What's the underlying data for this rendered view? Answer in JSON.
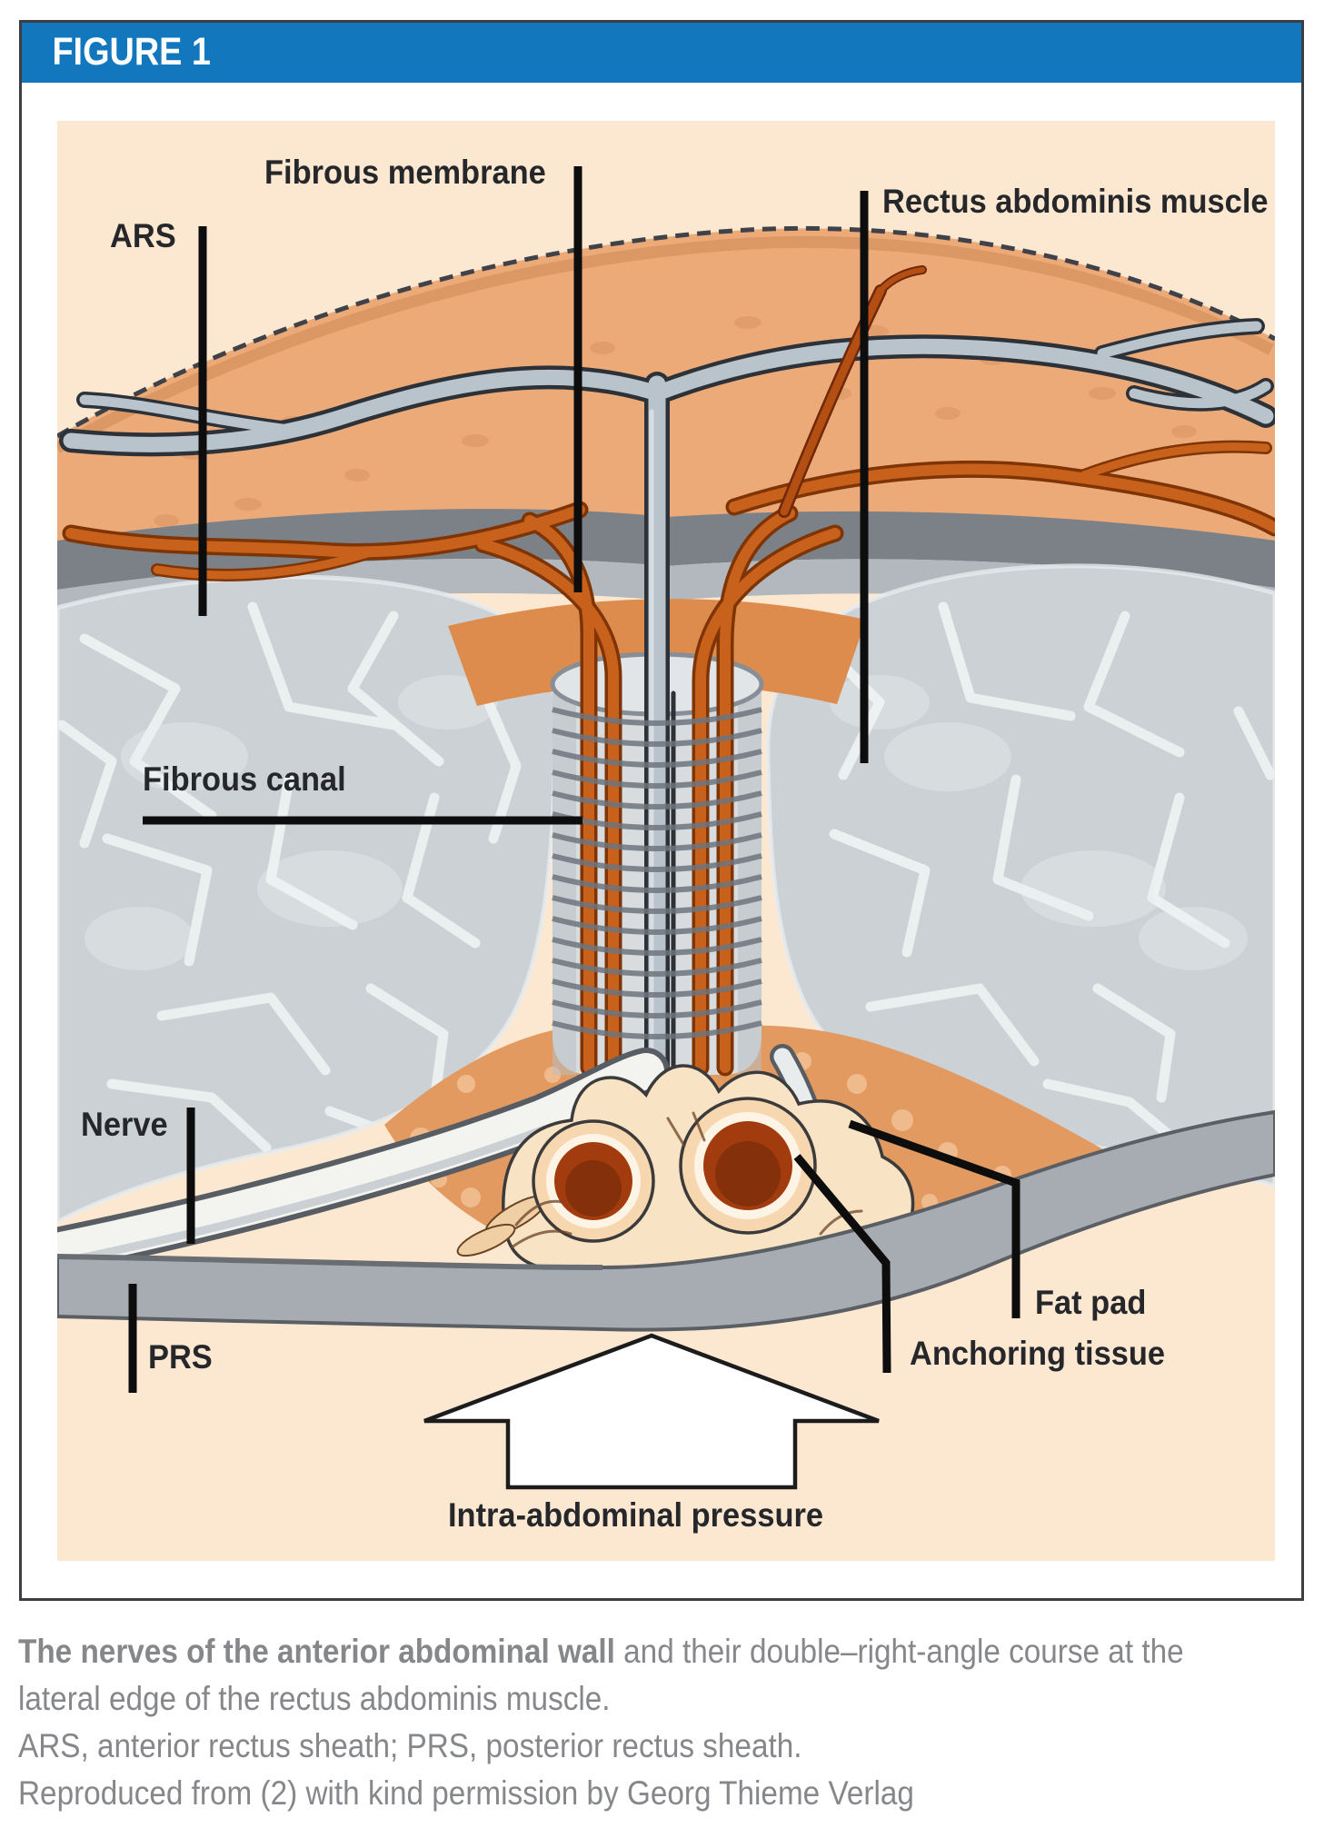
{
  "figure": {
    "header_label": "FIGURE 1"
  },
  "diagram_labels": {
    "ars": "ARS",
    "fibrous_membrane": "Fibrous membrane",
    "rectus_abdominis": "Rectus abdominis muscle",
    "fibrous_canal": "Fibrous canal",
    "nerve": "Nerve",
    "prs": "PRS",
    "fat_pad": "Fat pad",
    "anchoring_tissue": "Anchoring tissue",
    "intra_abdominal_pressure": "Intra-abdominal pressure"
  },
  "caption": {
    "lead_bold": "The nerves of the anterior abdominal wall",
    "line1_rest": " and their double–right-angle course at the",
    "line2": "lateral edge of the rectus abdominis muscle.",
    "line3": "ARS, anterior rectus sheath; PRS, posterior rectus sheath.",
    "line4": "Reproduced from (2) with kind permission by Georg Thieme Verlag"
  },
  "colors": {
    "header_blue": "#1377bd",
    "panel_cream": "#fce8d1",
    "skin_tan": "#edaa79",
    "sheath_gray": "#7b8187",
    "muscle_gray": "#ccd1d5",
    "vessel_gray": "#b9c3cb",
    "vessel_orange": "#c7611c",
    "fat_orange": "#e29a60",
    "nerve_cream": "#f8e3c4",
    "nerve_core_brown": "#a23c0f",
    "label_black": "#26272b",
    "caption_gray": "#85878a"
  }
}
